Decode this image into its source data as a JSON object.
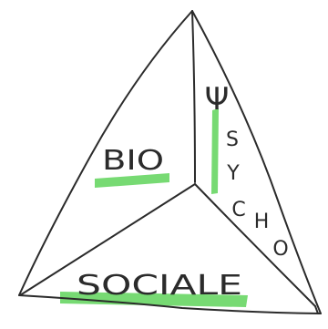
{
  "diagram": {
    "faces": [
      {
        "id": "bio",
        "label": "BIO"
      },
      {
        "id": "psycho",
        "symbol": "Ψ",
        "letters": [
          "S",
          "Y",
          "C",
          "H",
          "O"
        ]
      },
      {
        "id": "sociale",
        "label": "SOCIALE"
      }
    ],
    "colors": {
      "ink": "#2b2b2b",
      "highlighter": "#5fd35a",
      "background": "#ffffff"
    }
  }
}
